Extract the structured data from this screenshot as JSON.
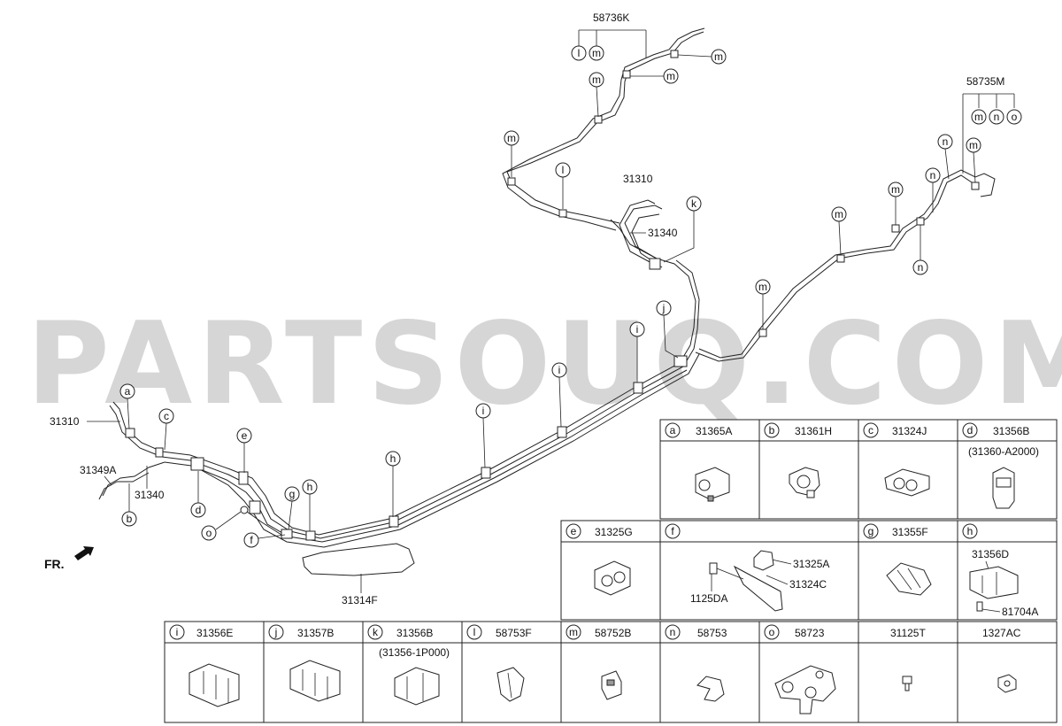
{
  "watermark": "PARTSOUQ.COM",
  "front_label": "FR.",
  "diagram_labels": {
    "assy_rear_line": "58736K",
    "assy_right_line": "58735M",
    "pipe_31310_top": "31310",
    "pipe_31340_top": "31340",
    "pipe_31310_left": "31310",
    "pipe_31349A": "31349A",
    "pipe_31340_left": "31340",
    "guard_31314F": "31314F"
  },
  "callout_letters": {
    "l": "l",
    "m": "m",
    "n": "n",
    "o": "o",
    "a": "a",
    "b": "b",
    "c": "c",
    "d": "d",
    "e": "e",
    "f": "f",
    "g": "g",
    "h": "h",
    "i": "i",
    "j": "j",
    "k": "k"
  },
  "legend_row1": [
    {
      "letter": "a",
      "part": "31365A"
    },
    {
      "letter": "b",
      "part": "31361H"
    },
    {
      "letter": "c",
      "part": "31324J"
    },
    {
      "letter": "d",
      "part": "31356B",
      "note": "(31360-A2000)"
    }
  ],
  "legend_row2": [
    {
      "letter": "e",
      "part": "31325G"
    },
    {
      "letter": "f",
      "part": "",
      "sub_parts": [
        "31325A",
        "31324C",
        "1125DA"
      ]
    },
    {
      "letter": "g",
      "part": "31355F"
    },
    {
      "letter": "h",
      "part": "",
      "sub_parts": [
        "31356D",
        "81704A"
      ]
    }
  ],
  "legend_row3": [
    {
      "letter": "i",
      "part": "31356E"
    },
    {
      "letter": "j",
      "part": "31357B"
    },
    {
      "letter": "k",
      "part": "31356B",
      "note": "(31356-1P000)"
    },
    {
      "letter": "l",
      "part": "58753F"
    },
    {
      "letter": "m",
      "part": "58752B"
    },
    {
      "letter": "n",
      "part": "58753"
    },
    {
      "letter": "o",
      "part": "58723"
    },
    {
      "letter": "",
      "part": "31125T"
    },
    {
      "letter": "",
      "part": "1327AC"
    }
  ]
}
